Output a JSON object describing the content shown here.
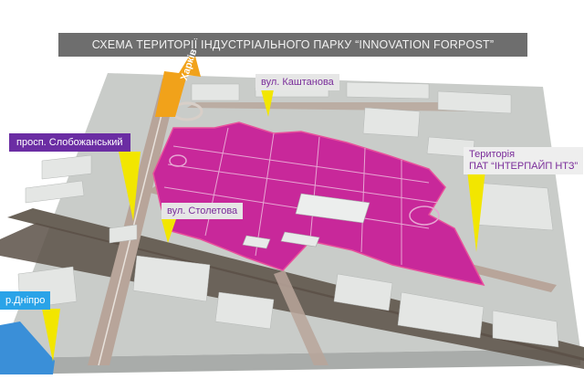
{
  "title": "СХЕМА ТЕРИТОРІЇ ІНДУСТРІАЛЬНОГО ПАРКУ “INNOVATION FORPOST”",
  "labels": {
    "kashtanova": "вул. Каштанова",
    "slobozhanskyi": "просп. Слобожанський",
    "territory_line1": "Територія",
    "territory_line2": "ПАТ “ІНТЕРПАЙП НТЗ”",
    "stoletova": "вул. Столетова",
    "dnipro": "р.Дніпро",
    "kharkiv": "Харків"
  },
  "colors": {
    "park_zone": "#c8289a",
    "park_border": "#e8509c",
    "ground": "#c9ccc9",
    "road": "#b8a59a",
    "river": "#3a8fd8",
    "railway": "#5a5046",
    "pointer_arrow": "#f2e600",
    "kharkiv_arrow": "#f1a21a",
    "title_bg": "#6e6e6e",
    "street_label_bg": "#e6e6e6",
    "street_label_text": "#7a2d9a",
    "avenue_label_bg": "#6b2da3",
    "river_label_bg": "#2aa3e8"
  },
  "icons": {
    "pointer": "yellow-arrow-icon",
    "direction": "orange-arrow-icon"
  }
}
